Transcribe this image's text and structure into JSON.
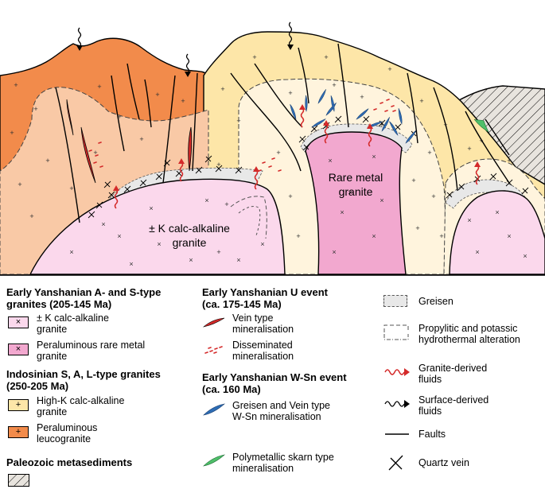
{
  "diagram": {
    "labels": {
      "k_calc_alkaline_granite_l1": "± K calc-alkaline",
      "k_calc_alkaline_granite_l2": "granite",
      "rare_metal_granite_l1": "Rare metal",
      "rare_metal_granite_l2": "granite"
    },
    "colors": {
      "leucogranite": "#f28b4b",
      "leucogranite_light": "#f9c9a6",
      "high_k_granite": "#fde6a8",
      "high_k_light": "#fff4dd",
      "calc_alkaline_granite": "#fbd8ec",
      "rare_metal_granite": "#f2a8cf",
      "greisen": "#e8e8e8",
      "metasediment": "#e8e4de",
      "vein_u": "#d42a2a",
      "w_sn": "#2e6db5",
      "skarn": "#4fbf6a",
      "granite_fluid": "#d42a2a"
    }
  },
  "legend": {
    "group1": {
      "title_l1": "Early Yanshanian A- and S-type",
      "title_l2": "granites (205-145 Ma)",
      "item1_l1": "± K calc-alkaline",
      "item1_l2": "granite",
      "item2_l1": "Peraluminous rare metal",
      "item2_l2": "granite"
    },
    "group2": {
      "title_l1": "Indosinian S, A, L-type granites",
      "title_l2": "(250-205 Ma)",
      "item1_l1": "High-K calc-alkaline",
      "item1_l2": "granite",
      "item2_l1": "Peraluminous",
      "item2_l2": "leucogranite"
    },
    "group3": {
      "title": "Paleozoic metasediments"
    },
    "u_event": {
      "title_l1": "Early Yanshanian U event",
      "title_l2": "(ca. 175-145 Ma)",
      "item1_l1": "Vein type",
      "item1_l2": "mineralisation",
      "item2_l1": "Disseminated",
      "item2_l2": "mineralisation"
    },
    "wsn_event": {
      "title_l1": "Early Yanshanian W-Sn event",
      "title_l2": "(ca. 160 Ma)",
      "item1_l1": "Greisen and Vein type",
      "item1_l2": "W-Sn mineralisation",
      "item2_l1": "Polymetallic skarn type",
      "item2_l2": "mineralisation"
    },
    "other": {
      "greisen": "Greisen",
      "alteration_l1": "Propylitic and potassic",
      "alteration_l2": "hydrothermal alteration",
      "granite_fluids_l1": "Granite-derived",
      "granite_fluids_l2": "fluids",
      "surface_fluids_l1": "Surface-derived",
      "surface_fluids_l2": "fluids",
      "faults": "Faults",
      "quartz_vein": "Quartz vein"
    }
  }
}
